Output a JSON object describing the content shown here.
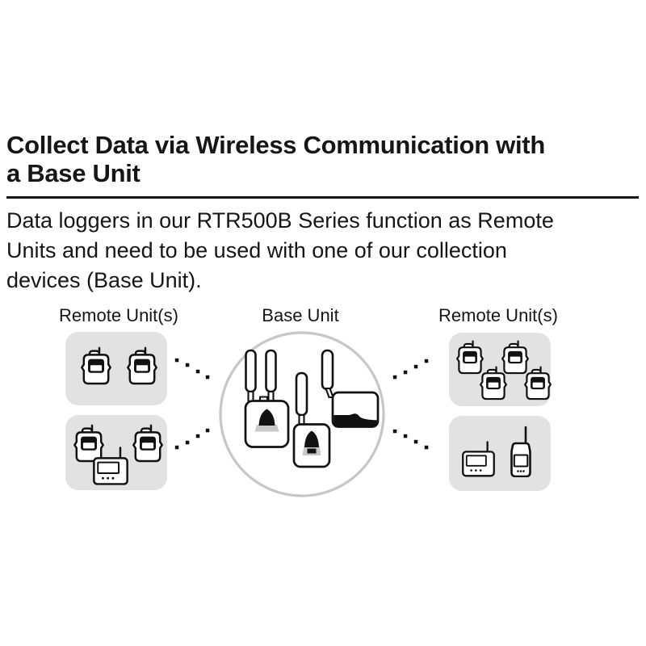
{
  "page": {
    "background": "#ffffff"
  },
  "heading": {
    "lines": [
      "Collect Data via Wireless Communication with",
      "a Base Unit"
    ],
    "color": "#161616"
  },
  "intro": {
    "lines": [
      "Data loggers in our RTR500B Series function as Remote",
      "Units and need to be used with one of our collection",
      "devices (Base Unit)."
    ]
  },
  "diagram": {
    "labels": {
      "left": "Remote Unit(s)",
      "center": "Base Unit",
      "right": "Remote Unit(s)"
    },
    "colors": {
      "group_box_fill": "#e2e2e2",
      "circle_stroke": "#c7c7c7",
      "icon_stroke": "#111111",
      "logo_gray": "#c9c9c9",
      "dot_color": "#111111",
      "text_color": "#161616"
    },
    "icons": {
      "left_top_group": [
        "data-logger-icon",
        "data-logger-icon"
      ],
      "left_bottom_group": [
        "data-logger-icon",
        "data-logger-icon",
        "base-station-icon"
      ],
      "base_unit_group": [
        "base-unit-two-antenna-icon",
        "base-unit-one-antenna-icon",
        "base-unit-lan-box-icon"
      ],
      "right_top_group": [
        "data-logger-icon",
        "data-logger-icon",
        "data-logger-icon",
        "data-logger-icon"
      ],
      "right_bottom_group": [
        "base-station-icon",
        "handheld-collector-icon"
      ]
    }
  }
}
